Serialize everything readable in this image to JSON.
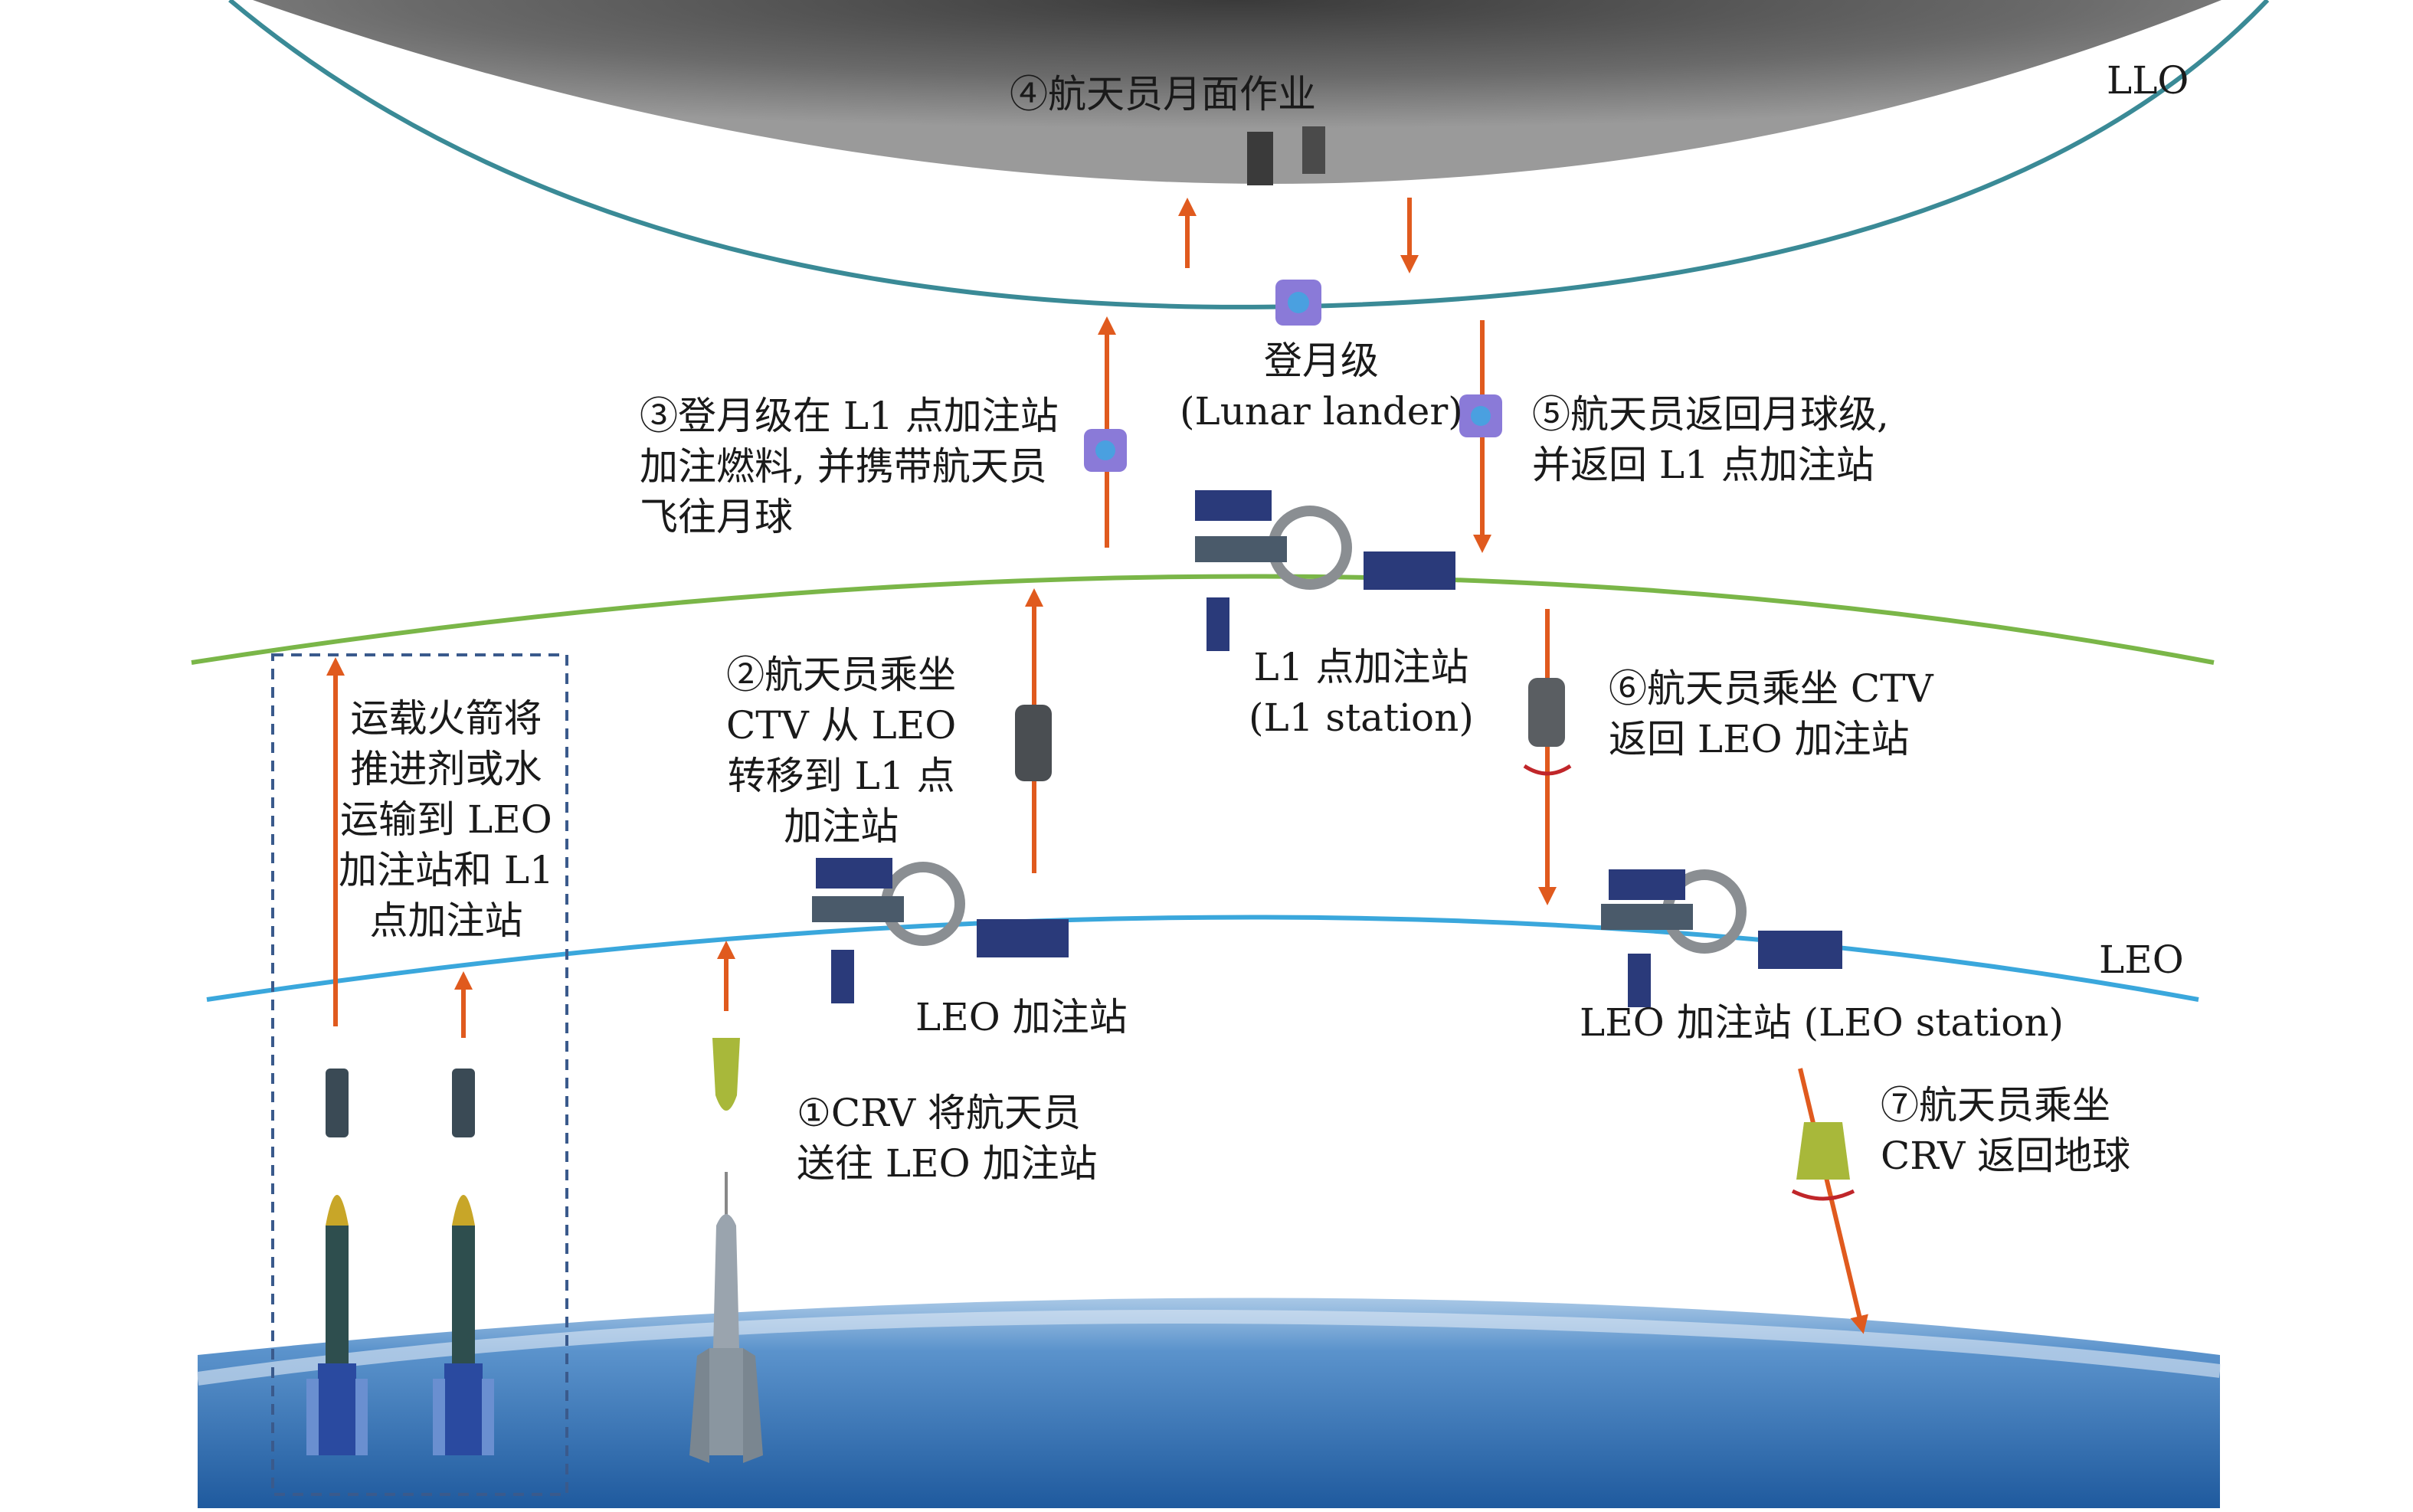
{
  "orbits": {
    "llo": "LLO",
    "leo": "LEO"
  },
  "colors": {
    "arrow": "#e05a1e",
    "llo_line": "#3a8a96",
    "l1_line": "#7ab648",
    "leo_line": "#3aa7dc",
    "dash_box": "#3a5a8c",
    "moon": "#5a5a5a",
    "earth": "#2c6fb3"
  },
  "steps": {
    "s1": [
      "①CRV 将航天员",
      "送往 LEO 加注站"
    ],
    "s2": [
      "②航天员乘坐",
      "CTV 从 LEO",
      "转移到 L1 点",
      "加注站"
    ],
    "s3": [
      "③登月级在 L1 点加注站",
      "加注燃料, 并携带航天员",
      "飞往月球"
    ],
    "s4": "④航天员月面作业",
    "s5": [
      "⑤航天员返回月球级,",
      "并返回 L1 点加注站"
    ],
    "s6": [
      "⑥航天员乘坐 CTV",
      "返回 LEO 加注站"
    ],
    "s7": [
      "⑦航天员乘坐",
      "CRV 返回地球"
    ]
  },
  "labels": {
    "lander": [
      "登月级",
      "(Lunar lander)"
    ],
    "l1_station": [
      "L1 点加注站",
      "(L1 station)"
    ],
    "leo_station_left": "LEO 加注站",
    "leo_station_right": "LEO 加注站 (LEO station)",
    "cargo": [
      "运载火箭将",
      "推进剂或水",
      "运输到 LEO",
      "加注站和 L1",
      "点加注站"
    ]
  }
}
